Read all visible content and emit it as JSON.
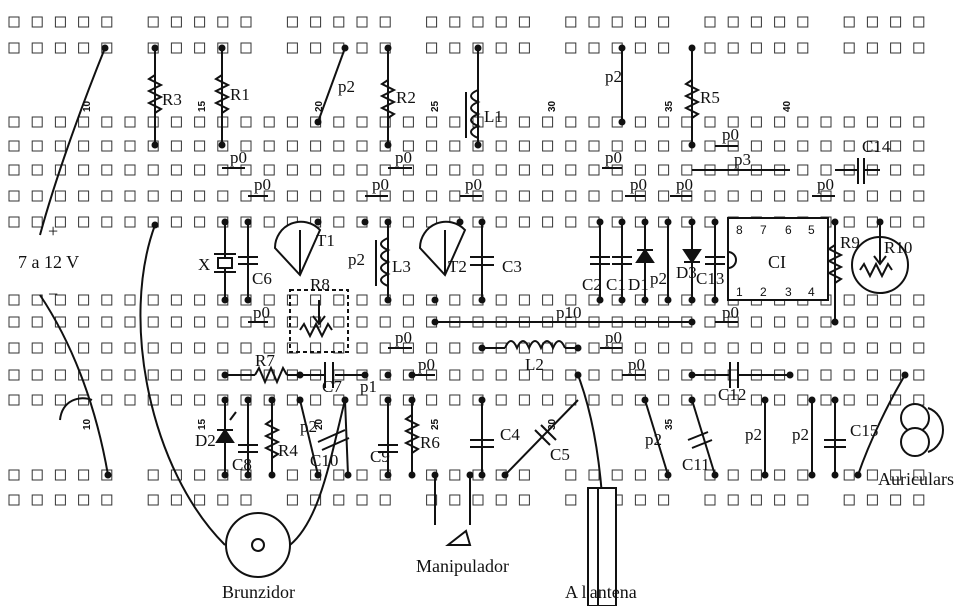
{
  "supply": {
    "label": "7 a 12 V",
    "plus": "+",
    "minus": "−"
  },
  "column_numbers": [
    "10",
    "15",
    "20",
    "25",
    "30",
    "35",
    "40",
    "10",
    "15",
    "20",
    "25",
    "30",
    "35"
  ],
  "components": {
    "R3": "R3",
    "R1": "R1",
    "R2": "R2",
    "R5": "R5",
    "L1": "L1",
    "p2_top_a": "p2",
    "p2_top_b": "p2",
    "p0_a": "p0",
    "p0_b": "p0",
    "p0_c": "p0",
    "p0_d": "p0",
    "p0_e": "p0",
    "p0_f": "p0",
    "p0_g": "p0",
    "p0_h": "p0",
    "p0_i": "p0",
    "p0_j": "p0",
    "p0_k": "p0",
    "p0_l": "p0",
    "p0_m": "p0",
    "p3": "p3",
    "C14": "C14",
    "X": "X",
    "C6": "C6",
    "T1": "T1",
    "p2_mid_a": "p2",
    "L3": "L3",
    "T2": "T2",
    "C3": "C3",
    "C2": "C2",
    "C1": "C1",
    "D1": "D1",
    "p2_mid_b": "p2",
    "D3": "D3",
    "C13": "C13",
    "CI": "CI",
    "R9": "R9",
    "R10": "R10",
    "R8": "R8",
    "p10": "p10",
    "L2": "L2",
    "R7": "R7",
    "C7": "C7",
    "p1": "p1",
    "C12": "C12",
    "D2": "D2",
    "C8": "C8",
    "R4": "R4",
    "p2_low_a": "p2",
    "C10": "C10",
    "C9": "C9",
    "R6": "R6",
    "C4": "C4",
    "C5": "C5",
    "p2_low_b": "p2",
    "C11": "C11",
    "p2_low_c": "p2",
    "p2_low_d": "p2",
    "C15": "C15"
  },
  "ic_pins_top": [
    "8",
    "7",
    "6",
    "5"
  ],
  "ic_pins_bottom": [
    "1",
    "2",
    "3",
    "4"
  ],
  "captions": {
    "buzzer": "Brunzidor",
    "key": "Manipulador",
    "antenna": "A l'antena",
    "headphones": "Auriculars"
  }
}
